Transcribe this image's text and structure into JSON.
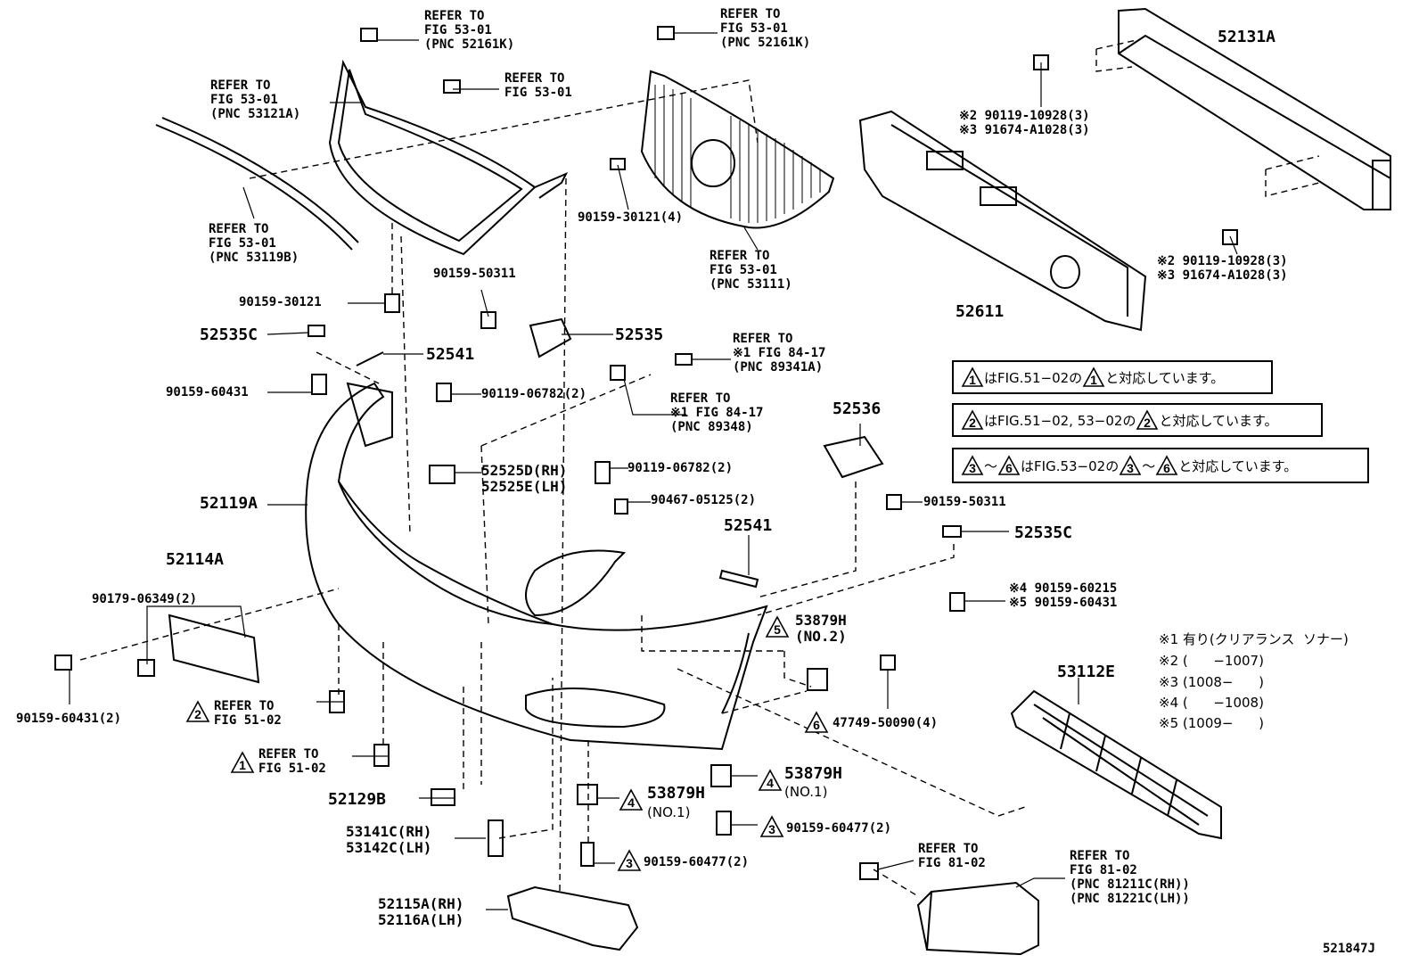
{
  "diagram_id": "521847J",
  "notes_box": [
    {
      "mark": "1",
      "text": "はFIG.51−02の",
      "mark2": "1",
      "text2": "と対応しています。"
    },
    {
      "mark": "2",
      "text": "はFIG.51−02, 53−02の",
      "mark2": "2",
      "text2": "と対応しています。"
    },
    {
      "mark": "3",
      "mid": "〜",
      "mark_b": "6",
      "text": "はFIG.53−02の",
      "mark2": "3",
      "mid2": "〜",
      "mark2_b": "6",
      "text2": "と対応しています。"
    }
  ],
  "footnotes": [
    "※1 有り(クリアランス  ソナー)",
    "※2 (      −1007)",
    "※3 (1008−      )",
    "※4 (      −1008)",
    "※5 (1009−      )"
  ],
  "labels": {
    "ref_53_01_52161k_a": "REFER TO\nFIG 53-01\n(PNC 52161K)",
    "ref_53_01_52161k_b": "REFER TO\nFIG 53-01\n(PNC 52161K)",
    "ref_53_01_53121a": "REFER TO\nFIG 53-01\n(PNC 53121A)",
    "ref_53_01_plain": "REFER TO\nFIG 53-01",
    "ref_53_01_53119b": "REFER TO\nFIG 53-01\n(PNC 53119B)",
    "ref_53_01_53111": "REFER TO\nFIG 53-01\n(PNC 53111)",
    "p_52131a": "52131A",
    "p_90119_10928_top": "※2 90119-10928(3)\n※3 91674-A1028(3)",
    "p_90119_10928_bot": "※2 90119-10928(3)\n※3 91674-A1028(3)",
    "p_52611": "52611",
    "p_90159_30121_4": "90159-30121(4)",
    "p_90159_30121": "90159-30121",
    "p_90159_50311_a": "90159-50311",
    "p_52535": "52535",
    "p_52535c_a": "52535C",
    "p_52541_a": "52541",
    "ref_84_17_89341a": "REFER TO\n※1 FIG 84-17\n(PNC 89341A)",
    "ref_84_17_89348": "REFER TO\n※1 FIG 84-17\n(PNC 89348)",
    "p_90159_60431": "90159-60431",
    "p_90119_06782_a": "90119-06782(2)",
    "p_52536": "52536",
    "p_52525": "52525D(RH)\n52525E(LH)",
    "p_90119_06782_b": "90119-06782(2)",
    "p_90467_05125": "90467-05125(2)",
    "p_90159_50311_b": "90159-50311",
    "p_52119a": "52119A",
    "p_52541_b": "52541",
    "p_52535c_b": "52535C",
    "p_52114a": "52114A",
    "p_90179_06349": "90179-06349(2)",
    "p_90159_60215": "※4 90159-60215\n※5 90159-60431",
    "p_53879h_no2": "53879H\n(NO.2)",
    "p_53112e": "53112E",
    "p_90159_60431_2": "90159-60431(2)",
    "ref_51_02_a": "REFER TO\nFIG 51-02",
    "p_47749_50090": "47749-50090(4)",
    "ref_51_02_b": "REFER TO\nFIG 51-02",
    "p_53879h_no1_a": "53879H",
    "p_53879h_no1_a_sub": "(NO.1)",
    "p_53879h_no1_b": "53879H",
    "p_53879h_no1_b_sub": "(NO.1)",
    "p_52129b": "52129B",
    "p_53141c": "53141C(RH)\n53142C(LH)",
    "p_90159_60477_a": "90159-60477(2)",
    "p_90159_60477_b": "90159-60477(2)",
    "ref_81_02_a": "REFER TO\nFIG 81-02",
    "ref_81_02_b": "REFER TO\nFIG 81-02\n(PNC 81211C(RH))\n(PNC 81221C(LH))",
    "p_52115a": "52115A(RH)\n52116A(LH)"
  },
  "markers": {
    "m_52114_ref": "2",
    "m_51_02_b": "1",
    "m_53879h_no2": "5",
    "m_47749": "6",
    "m_53879h_a": "4",
    "m_53879h_b": "4",
    "m_60477_a": "3",
    "m_60477_b": "3"
  }
}
